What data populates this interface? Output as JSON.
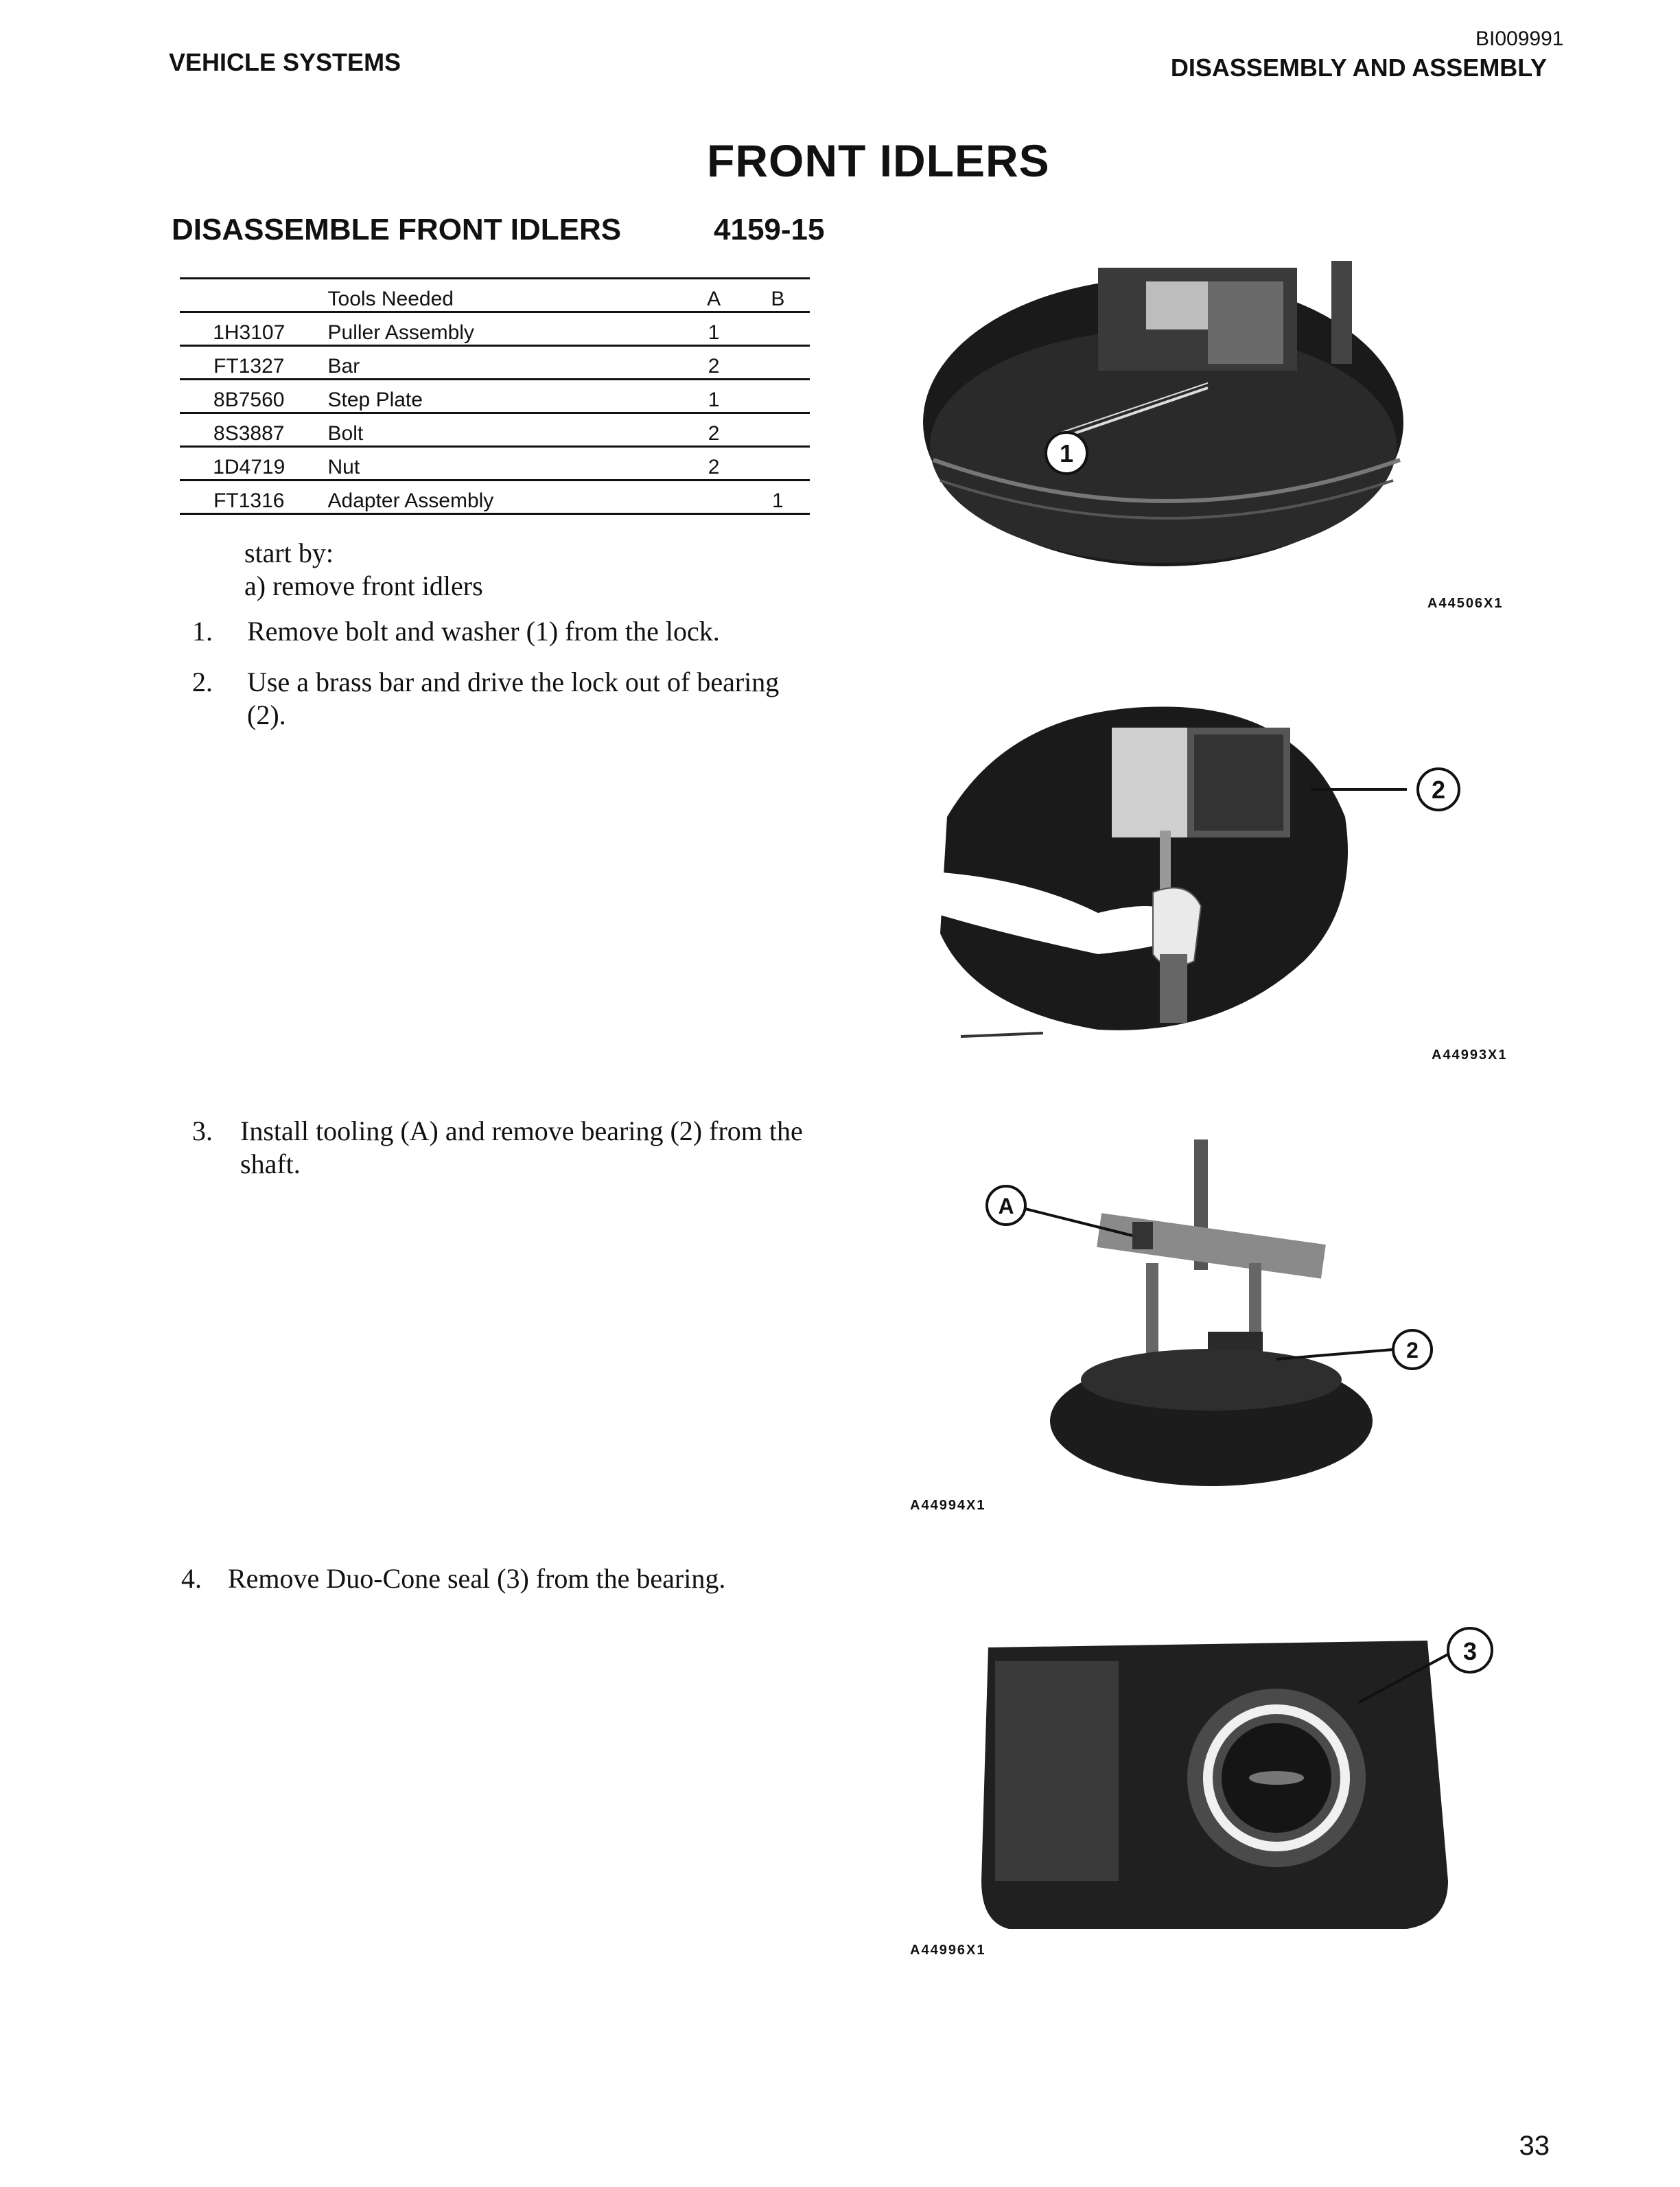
{
  "header": {
    "doc_id": "BI009991",
    "section_left": "VEHICLE SYSTEMS",
    "section_right": "DISASSEMBLY AND ASSEMBLY"
  },
  "title": "FRONT IDLERS",
  "subtitle": "DISASSEMBLE FRONT IDLERS",
  "procedure_code": "4159-15",
  "tools_table": {
    "headers": [
      "",
      "Tools Needed",
      "A",
      "B"
    ],
    "rows": [
      [
        "1H3107",
        "Puller Assembly",
        "1",
        ""
      ],
      [
        "FT1327",
        "Bar",
        "2",
        ""
      ],
      [
        "8B7560",
        "Step Plate",
        "1",
        ""
      ],
      [
        "8S3887",
        "Bolt",
        "2",
        ""
      ],
      [
        "1D4719",
        "Nut",
        "2",
        ""
      ],
      [
        "FT1316",
        "Adapter Assembly",
        "",
        "1"
      ]
    ]
  },
  "start_by": {
    "label": "start by:",
    "item": "a)  remove front idlers"
  },
  "steps": [
    {
      "num": "1.",
      "text": "Remove bolt and washer (1) from the lock."
    },
    {
      "num": "2.",
      "text": "Use a brass bar and drive the lock out of bearing (2)."
    },
    {
      "num": "3.",
      "text": "Install tooling (A) and remove bearing (2) from the shaft."
    },
    {
      "num": "4.",
      "text": "Remove Duo-Cone seal (3) from the bearing."
    }
  ],
  "figures": [
    {
      "code": "A44506X1",
      "callout": "1"
    },
    {
      "code": "A44993X1",
      "callout": "2"
    },
    {
      "code": "A44994X1",
      "callouts": [
        "A",
        "2"
      ]
    },
    {
      "code": "A44996X1",
      "callout": "3"
    }
  ],
  "page_number": "33"
}
